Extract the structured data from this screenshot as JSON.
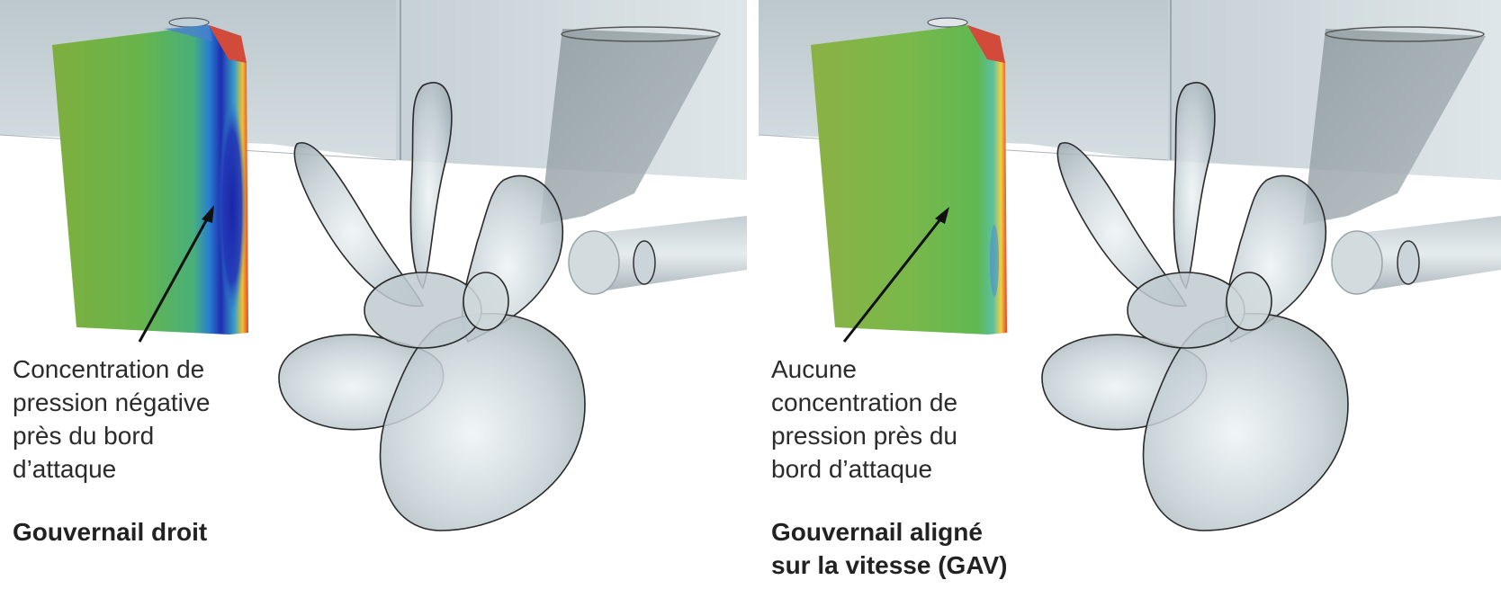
{
  "figure": {
    "left": {
      "annotation": "Concentration de\npression négative\nprès du bord\nd’attaque",
      "title": "Gouvernail droit",
      "rudder_pressure": "low-pressure-concentration"
    },
    "right": {
      "annotation": "Aucune\nconcentration de\npression près du\nbord d’attaque",
      "title": "Gouvernail aligné\nsur la vitesse (GAV)",
      "rudder_pressure": "no-concentration"
    }
  },
  "colors": {
    "hull": "#cfd9dd",
    "propeller": "#b5c2c8",
    "pressure_high": "#e8402a",
    "pressure_mid": "#6bb84a",
    "pressure_low": "#1f2fb0"
  }
}
